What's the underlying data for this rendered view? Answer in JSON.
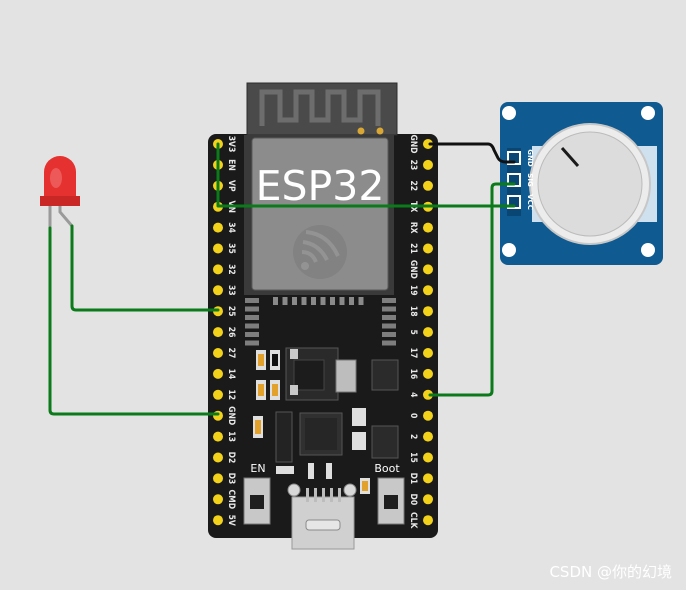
{
  "board": {
    "title": "ESP32",
    "en_label": "EN",
    "boot_label": "Boot",
    "left_pins": [
      "3V3",
      "EN",
      "VP",
      "VN",
      "34",
      "35",
      "32",
      "33",
      "25",
      "26",
      "27",
      "14",
      "12",
      "GND",
      "13",
      "D2",
      "D3",
      "CMD",
      "5V"
    ],
    "right_pins": [
      "GND",
      "23",
      "22",
      "TX",
      "RX",
      "21",
      "GND",
      "19",
      "18",
      "5",
      "17",
      "16",
      "4",
      "0",
      "2",
      "15",
      "D1",
      "D0",
      "CLK"
    ]
  },
  "potentiometer": {
    "pins": [
      "GND",
      "SIG",
      "VCC"
    ]
  },
  "led": {
    "color": "#e5312f"
  },
  "wires": {
    "color_gnd": "#111111",
    "color_signal": "#0b7a1a"
  },
  "watermark": "CSDN @你的幻境"
}
